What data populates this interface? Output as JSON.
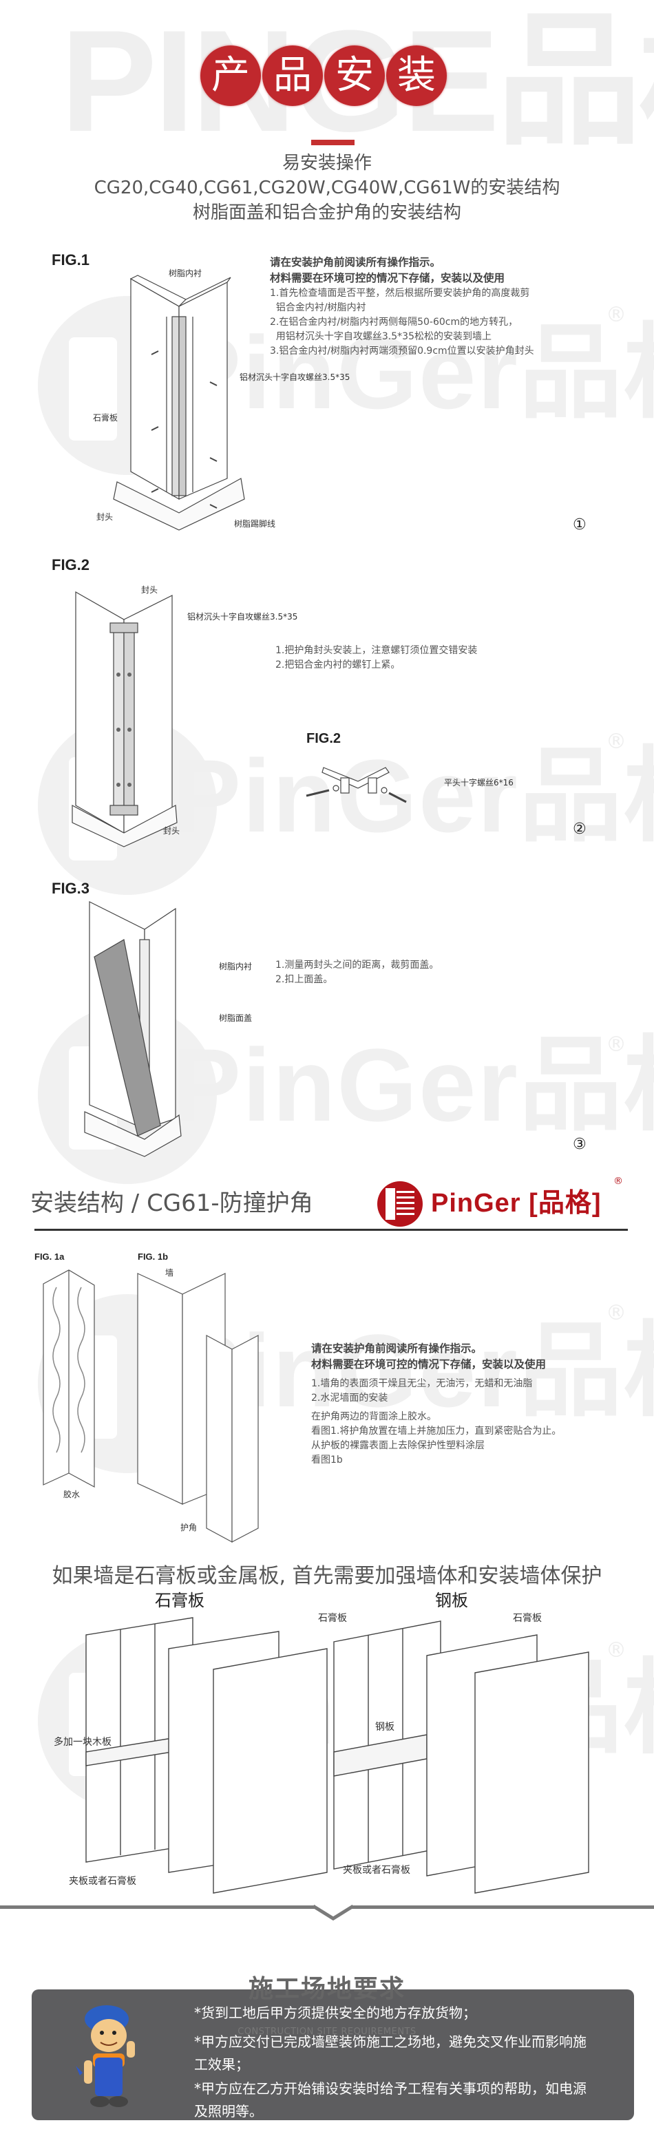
{
  "header": {
    "watermark": "PINGE品格",
    "title_chars": [
      "产",
      "品",
      "安",
      "装"
    ],
    "accent_color": "#c0282d",
    "subtitle_lines": [
      "易安装操作",
      "CG20,CG40,CG61,CG20W,CG40W,CG61W的安装结构",
      "树脂面盖和铝合金护角的安装结构"
    ]
  },
  "watermark": {
    "brand": "PinGer品格",
    "registered": "®"
  },
  "fig1": {
    "label": "FIG.1",
    "callouts": {
      "resin_liner": "树脂内衬",
      "screw": "铝材沉头十字自攻螺丝3.5*35",
      "gypsum": "石膏板",
      "end_cap": "封头",
      "skirting": "树脂踢脚线"
    },
    "instructions": {
      "heading_1": "请在安装护角前阅读所有操作指示。",
      "heading_2": "材料需要在环境可控的情况下存储，安装以及使用",
      "lines": [
        "1.首先检查墙面是否平整，然后根据所要安装护角的高度裁剪",
        "  铝合金内衬/树脂内衬",
        "2.在铝合金内衬/树脂内衬两侧每隔50-60cm的地方转孔，",
        "  用铝材沉头十字自攻螺丝3.5*35松松的安装到墙上",
        "3.铝合金内衬/树脂内衬两端须预留0.9cm位置以安装护角封头"
      ]
    },
    "step_number": "①"
  },
  "fig2": {
    "label": "FIG.2",
    "callouts": {
      "end_cap_top": "封头",
      "screw": "铝材沉头十字自攻螺丝3.5*35",
      "end_cap_bottom": "封头"
    },
    "instructions": [
      "1.把护角封头安装上，注意螺钉须位置交错安装",
      "2.把铝合金内衬的螺钉上紧。"
    ],
    "detail_label": "FIG.2",
    "detail_callout": "平头十字螺丝6*16",
    "step_number": "②"
  },
  "fig3": {
    "label": "FIG.3",
    "callouts": {
      "resin_liner": "树脂内衬",
      "resin_cover": "树脂面盖"
    },
    "instructions": [
      "1.测量两封头之间的距离，裁剪面盖。",
      "2.扣上面盖。"
    ],
    "step_number": "③"
  },
  "cg61": {
    "heading": "安装结构 / CG61-防撞护角",
    "brand_word": "PinGer",
    "brand_cn": "[品格]",
    "brand_reg": "®",
    "brand_color": "#b5131a",
    "fig1a_label": "FIG. 1a",
    "fig1b_label": "FIG. 1b",
    "callouts": {
      "glue": "胶水",
      "wall": "墙",
      "corner_guard": "护角"
    },
    "instructions": {
      "heading_1": "请在安装护角前阅读所有操作指示。",
      "heading_2": "材料需要在环境可控的情况下存储，安装以及使用",
      "group_1": [
        "1.墙角的表面须干燥且无尘，无油污，无蜡和无油脂",
        "2.水泥墙面的安装"
      ],
      "group_2": [
        "在护角两边的背面涂上胶水。",
        "看图1.将护角放置在墙上并施加压力，直到紧密贴合为止。",
        "从护板的裸露表面上去除保护性塑料涂层",
        "看图1b"
      ]
    }
  },
  "wall_reinforcement": {
    "heading": "如果墙是石膏板或金属板, 首先需要加强墙体和安装墙体保护",
    "left": {
      "title": "石膏板",
      "callout_board": "石膏板",
      "callout_extra": "多加一块木板",
      "callout_bottom": "夹板或者石膏板"
    },
    "right": {
      "title": "钢板",
      "callout_board": "石膏板",
      "callout_steel": "钢板",
      "callout_bottom": "夹板或者石膏板"
    }
  },
  "site_requirements": {
    "title": "施工场地要求",
    "subtitle": "CONSTRUCTION SITE REQUIREMENTS",
    "box_color": "#5d5d5f",
    "items": [
      "*货到工地后甲方须提供安全的地方存放货物；",
      "*甲方应交付已完成墙壁装饰施工之场地，避免交叉作业而影响施工效果；",
      "*甲方应在乙方开始铺设安装时给予工程有关事项的帮助，如电源及照明等。"
    ]
  }
}
